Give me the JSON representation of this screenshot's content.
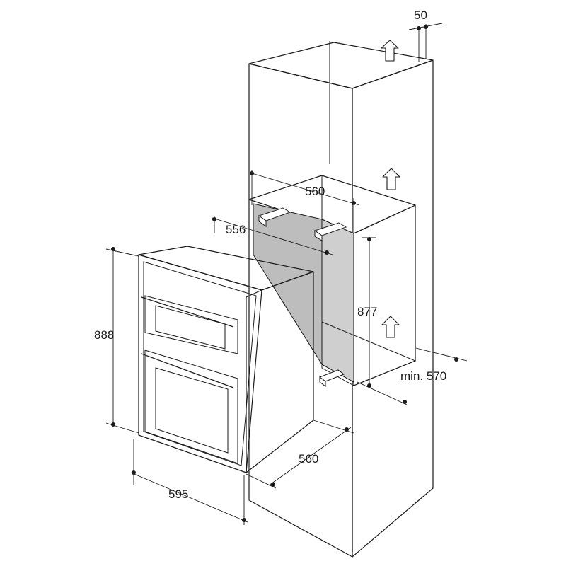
{
  "dimensions": {
    "gap_top": "50",
    "niche_width": "560",
    "niche_top_depth": "556",
    "niche_height": "877",
    "cabinet_depth": "min. 570",
    "oven_height": "888",
    "oven_depth": "560",
    "oven_width": "595"
  },
  "icons": [
    "airflow-arrow-up-icon",
    "mounting-bracket-icon"
  ]
}
